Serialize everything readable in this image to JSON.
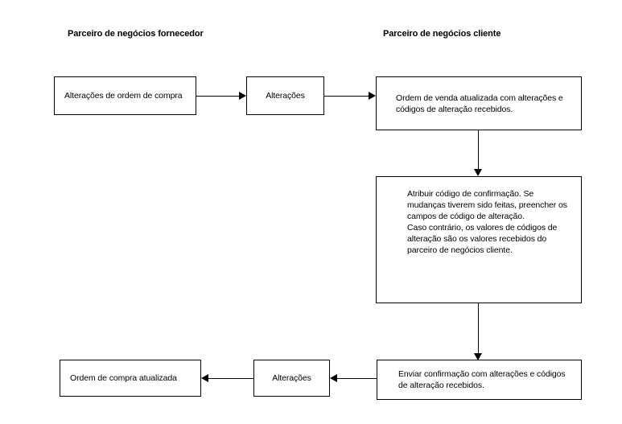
{
  "diagram": {
    "lanes": [
      {
        "id": "supplier",
        "title": "Parceiro de negócios fornecedor"
      },
      {
        "id": "customer",
        "title": "Parceiro de negócios cliente"
      }
    ],
    "nodes": [
      {
        "id": "purchase-order-changes",
        "label": "Alterações de ordem de compra"
      },
      {
        "id": "changes-top",
        "label": "Alterações"
      },
      {
        "id": "sales-order-updated",
        "label": "Ordem de venda atualizada com alterações e códigos de alteração recebidos."
      },
      {
        "id": "assign-confirmation-code",
        "label": "Atribuir código de confirmação. Se mudanças tiverem sido feitas, preencher os campos de código de alteração.\nCaso contrário, os valores de códigos de alteração são os valores recebidos do parceiro de negócios cliente."
      },
      {
        "id": "send-confirmation",
        "label": "Enviar confirmação com alterações e códigos de alteração recebidos."
      },
      {
        "id": "changes-bottom",
        "label": "Alterações"
      },
      {
        "id": "purchase-order-updated",
        "label": "Ordem de compra atualizada"
      }
    ],
    "colors": {
      "stroke": "#000000",
      "fill": "#ffffff",
      "text": "#000000"
    }
  }
}
